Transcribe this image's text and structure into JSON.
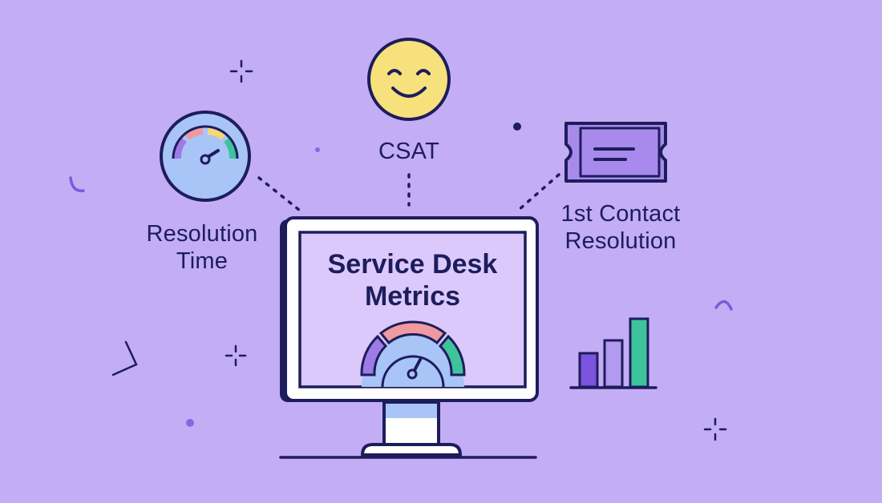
{
  "theme": {
    "background": "#c3adf5",
    "ink": "#1d1d5c",
    "screen_fill": "#dbc9fb",
    "gauge_purple": "#9d7ae6",
    "gauge_red": "#ef9aa0",
    "gauge_yellow": "#f1d878",
    "gauge_green": "#3ec49b",
    "gauge_face": "#a9c4f6",
    "smiley_yellow": "#f6e17c",
    "ticket_fill": "#a88aec",
    "bar_colors": [
      "#7b53dd",
      "#b19af0",
      "#3ec49b"
    ]
  },
  "center": {
    "title_line1": "Service Desk",
    "title_line2": "Metrics"
  },
  "metrics": {
    "resolution_time": {
      "line1": "Resolution",
      "line2": "Time",
      "icon": "speedometer-icon"
    },
    "csat": {
      "label": "CSAT",
      "icon": "smiley-face-icon"
    },
    "first_contact": {
      "line1": "1st Contact",
      "line2": "Resolution",
      "icon": "ticket-icon"
    }
  },
  "decor": {
    "bar_chart_icon": "bar-chart-icon",
    "sparkle_icon": "sparkle-icon"
  }
}
